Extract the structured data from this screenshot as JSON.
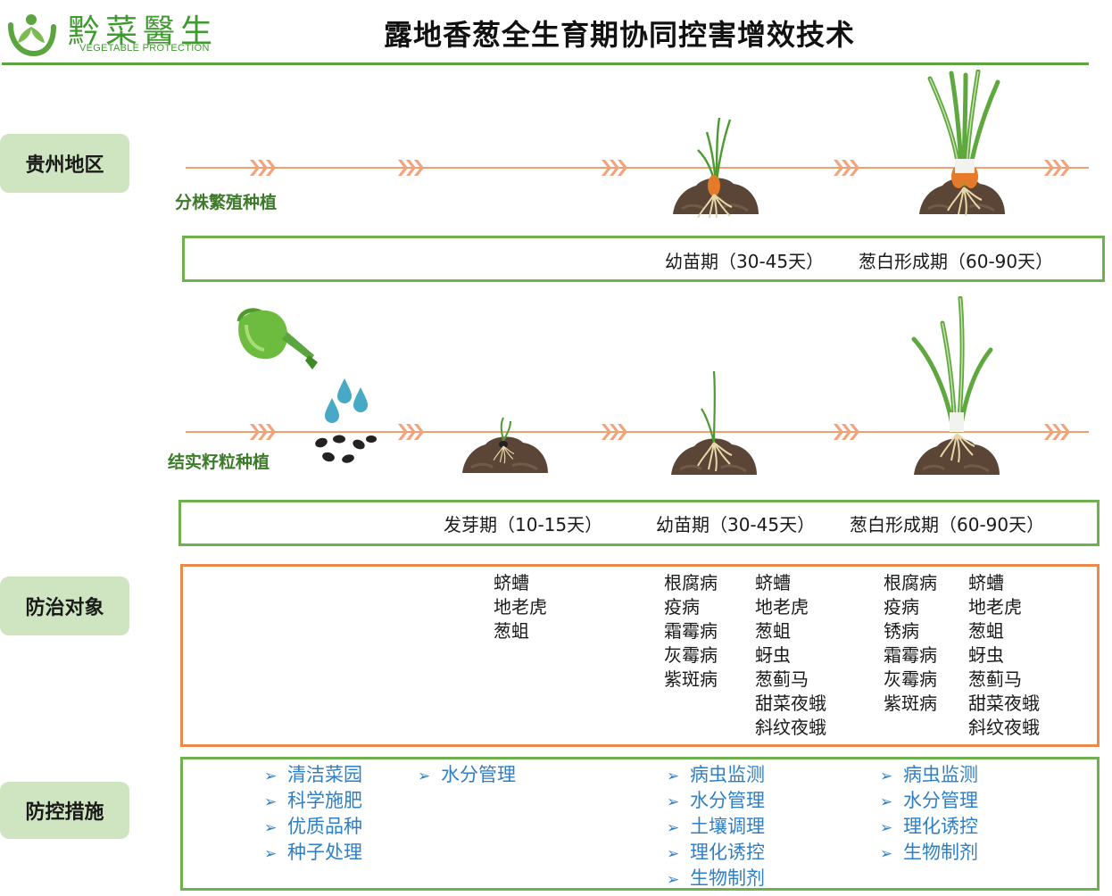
{
  "logo": {
    "name_cn": "黔菜醫生",
    "name_en": "VEGETABLE PROTECTION"
  },
  "title": "露地香葱全生育期协同控害增效技术",
  "colors": {
    "brand_green": "#3f9a2f",
    "timeline_orange": "#f0a070",
    "box_green": "#6fb04f",
    "box_orange": "#ec8a4c",
    "measure_blue": "#2f7fc4",
    "tag_bg": "#cfe5c1"
  },
  "region_label": "贵州地区",
  "method_division": "分株繁殖种植",
  "method_seed": "结实籽粒种植",
  "division_stages": [
    "幼苗期（30-45天）",
    "葱白形成期（60-90天）"
  ],
  "seed_stages": [
    "发芽期（10-15天）",
    "幼苗期（30-45天）",
    "葱白形成期（60-90天）"
  ],
  "targets_label": "防治对象",
  "targets": {
    "germination_pests": [
      "蛴螬",
      "地老虎",
      "葱蛆"
    ],
    "seedling_diseases": [
      "根腐病",
      "疫病",
      "霜霉病",
      "灰霉病",
      "紫斑病"
    ],
    "seedling_pests": [
      "蛴螬",
      "地老虎",
      "葱蛆",
      "蚜虫",
      "葱蓟马",
      "甜菜夜蛾",
      "斜纹夜蛾"
    ],
    "white_diseases": [
      "根腐病",
      "疫病",
      "锈病",
      "霜霉病",
      "灰霉病",
      "紫斑病"
    ],
    "white_pests": [
      "蛴螬",
      "地老虎",
      "葱蛆",
      "蚜虫",
      "葱蓟马",
      "甜菜夜蛾",
      "斜纹夜蛾"
    ]
  },
  "measures_label": "防控措施",
  "measures": {
    "pre_planting": [
      "清洁菜园",
      "科学施肥",
      "优质品种",
      "种子处理"
    ],
    "germination": [
      "水分管理"
    ],
    "seedling": [
      "病虫监测",
      "水分管理",
      "土壤调理",
      "理化诱控",
      "生物制剂"
    ],
    "white": [
      "病虫监测",
      "水分管理",
      "理化诱控",
      "生物制剂"
    ]
  }
}
